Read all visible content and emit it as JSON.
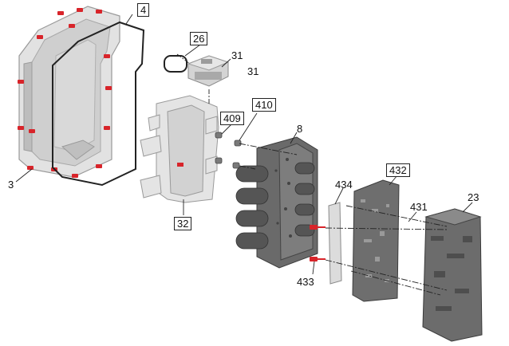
{
  "callouts": {
    "c4": "4",
    "c26": "26",
    "c31a": "31",
    "c31b": "31",
    "c409": "409",
    "c410": "410",
    "c8": "8",
    "c3": "3",
    "c32": "32",
    "c434": "434",
    "c432": "432",
    "c431": "431",
    "c23": "23",
    "c433": "433"
  },
  "colors": {
    "part_light": "#d8d8d8",
    "part_mid": "#b9b9b9",
    "part_dark": "#5f5f5f",
    "part_darker": "#4a4a4a",
    "accent_bolt": "#d8242a",
    "line": "#222222"
  }
}
